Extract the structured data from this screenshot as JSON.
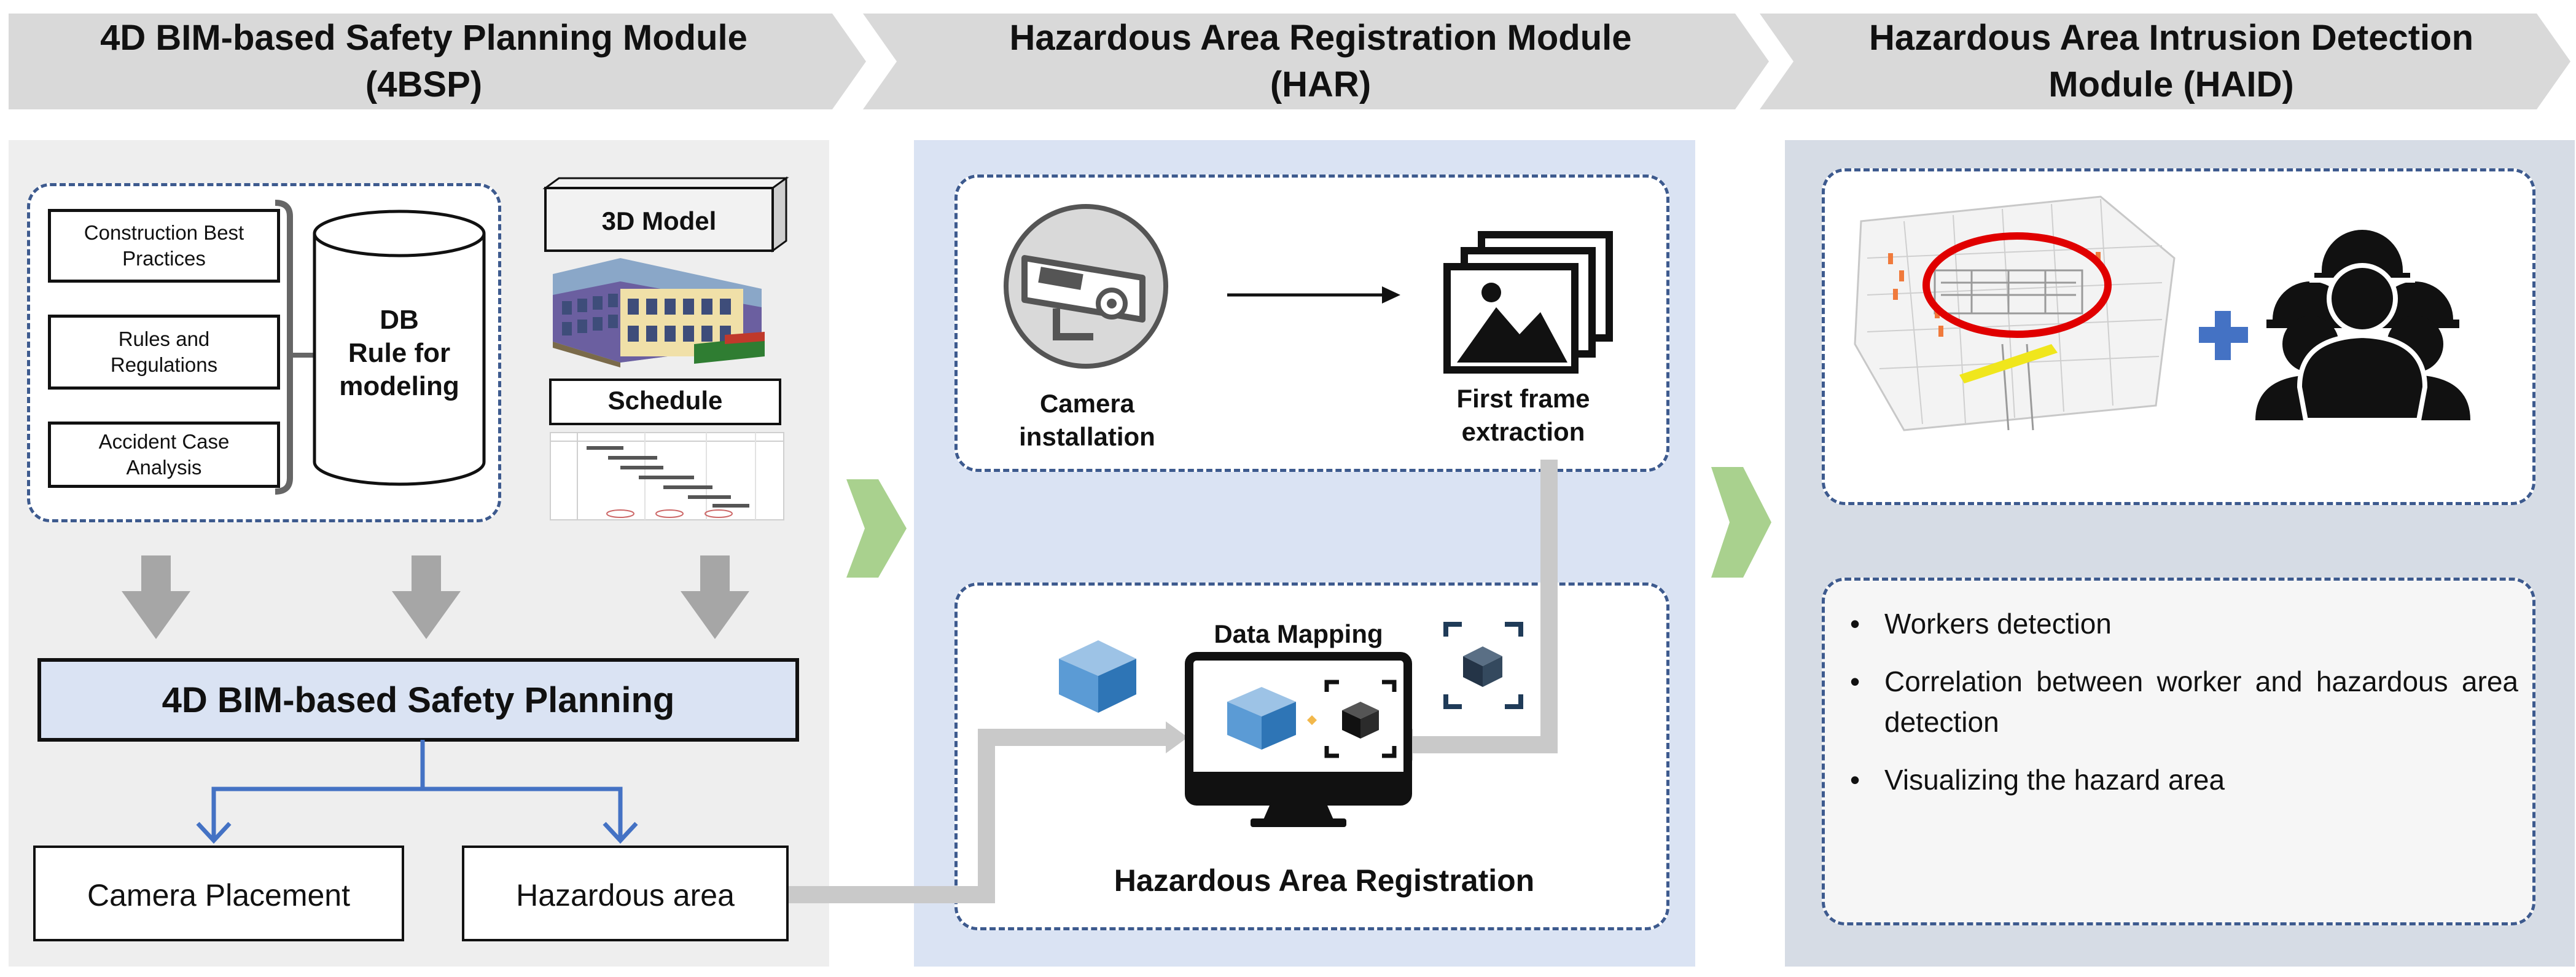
{
  "modules": [
    {
      "id": "4bsp",
      "title": "4D BIM-based Safety Planning Module\n(4BSP)"
    },
    {
      "id": "har",
      "title": "Hazardous Area Registration Module\n(HAR)"
    },
    {
      "id": "haid",
      "title": "Hazardous Area Intrusion Detection\nModule (HAID)"
    }
  ],
  "bsp": {
    "inputs": [
      "Construction Best\nPractices",
      "Rules and\nRegulations",
      "Accident Case\nAnalysis"
    ],
    "db_label": "DB\nRule for\nmodeling",
    "model_label": "3D Model",
    "schedule_label": "Schedule",
    "planning_label": "4D BIM-based Safety Planning",
    "outputs": [
      "Camera Placement",
      "Hazardous area"
    ]
  },
  "har": {
    "camera_label": "Camera\ninstallation",
    "frame_label": "First frame\nextraction",
    "mapping_label": "Data Mapping",
    "registration_label": "Hazardous Area Registration"
  },
  "haid": {
    "bullets": [
      "Workers detection",
      "Correlation between worker and hazardous area detection",
      "Visualizing the hazard area"
    ]
  },
  "colors": {
    "header_grey": "#d9d9d9",
    "bsp_bg": "#eeeeee",
    "har_bg": "#dae3f3",
    "haid_bg": "#d6dce5",
    "dashed_border": "#3d5a8e",
    "planning_fill": "#dae3f3",
    "flow_blue": "#4472c4",
    "big_arrow_green": "#a9d18e",
    "down_arrow_grey": "#a6a6a6",
    "connector_grey": "#c9c9c9",
    "cube_blue": "#5b9bd5",
    "red_ellipse": "#e00000"
  }
}
